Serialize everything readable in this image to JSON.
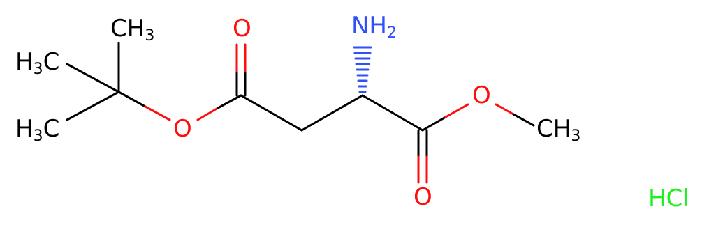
{
  "molecule": {
    "atoms": {
      "ch3_top": {
        "text": "CH",
        "sub": "3"
      },
      "h3c_upper": {
        "text": "H",
        "sub": "3",
        "tail": "C"
      },
      "h3c_lower": {
        "text": "H",
        "sub": "3",
        "tail": "C"
      },
      "o_carbonyl_left": {
        "text": "O"
      },
      "o_ester_left": {
        "text": "O"
      },
      "nh2": {
        "text": "NH",
        "sub": "2"
      },
      "o_ester_right": {
        "text": "O"
      },
      "ch3_right": {
        "text": "CH",
        "sub": "3"
      },
      "o_carbonyl_right": {
        "text": "O"
      },
      "hcl": {
        "text": "HCl"
      }
    },
    "colors": {
      "carbon": "#000000",
      "oxygen": "#ff0d0d",
      "nitrogen": "#3050f8",
      "chlorine": "#1ff01f"
    }
  }
}
